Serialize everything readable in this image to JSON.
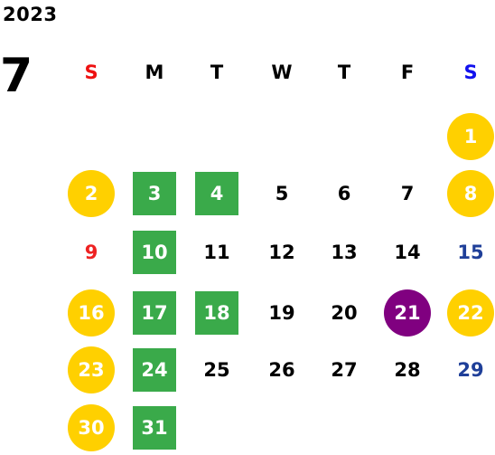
{
  "calendar": {
    "year": "2023",
    "month": "7",
    "weekdays": [
      "S",
      "M",
      "T",
      "W",
      "T",
      "F",
      "S"
    ],
    "colors": {
      "sunday": "#ee1111",
      "saturday": "#1111ee",
      "weekday": "#000000",
      "blue_text": "#1f3f99",
      "red_text": "#ee2222",
      "yellow": "#ffd000",
      "green": "#3aaa4a",
      "purple": "#800080",
      "white": "#ffffff"
    },
    "days": [
      {
        "day": "1",
        "col": 6,
        "row": 0,
        "style": "yellow"
      },
      {
        "day": "2",
        "col": 0,
        "row": 1,
        "style": "yellow"
      },
      {
        "day": "3",
        "col": 1,
        "row": 1,
        "style": "green"
      },
      {
        "day": "4",
        "col": 2,
        "row": 1,
        "style": "green"
      },
      {
        "day": "5",
        "col": 3,
        "row": 1,
        "style": "plain"
      },
      {
        "day": "6",
        "col": 4,
        "row": 1,
        "style": "plain"
      },
      {
        "day": "7",
        "col": 5,
        "row": 1,
        "style": "plain"
      },
      {
        "day": "8",
        "col": 6,
        "row": 1,
        "style": "yellow"
      },
      {
        "day": "9",
        "col": 0,
        "row": 2,
        "style": "red-text"
      },
      {
        "day": "10",
        "col": 1,
        "row": 2,
        "style": "green"
      },
      {
        "day": "11",
        "col": 2,
        "row": 2,
        "style": "plain"
      },
      {
        "day": "12",
        "col": 3,
        "row": 2,
        "style": "plain"
      },
      {
        "day": "13",
        "col": 4,
        "row": 2,
        "style": "plain"
      },
      {
        "day": "14",
        "col": 5,
        "row": 2,
        "style": "plain"
      },
      {
        "day": "15",
        "col": 6,
        "row": 2,
        "style": "blue-text"
      },
      {
        "day": "16",
        "col": 0,
        "row": 3,
        "style": "yellow"
      },
      {
        "day": "17",
        "col": 1,
        "row": 3,
        "style": "green"
      },
      {
        "day": "18",
        "col": 2,
        "row": 3,
        "style": "green"
      },
      {
        "day": "19",
        "col": 3,
        "row": 3,
        "style": "plain"
      },
      {
        "day": "20",
        "col": 4,
        "row": 3,
        "style": "plain"
      },
      {
        "day": "21",
        "col": 5,
        "row": 3,
        "style": "purple"
      },
      {
        "day": "22",
        "col": 6,
        "row": 3,
        "style": "yellow"
      },
      {
        "day": "23",
        "col": 0,
        "row": 4,
        "style": "yellow"
      },
      {
        "day": "24",
        "col": 1,
        "row": 4,
        "style": "green"
      },
      {
        "day": "25",
        "col": 2,
        "row": 4,
        "style": "plain"
      },
      {
        "day": "26",
        "col": 3,
        "row": 4,
        "style": "plain"
      },
      {
        "day": "27",
        "col": 4,
        "row": 4,
        "style": "plain"
      },
      {
        "day": "28",
        "col": 5,
        "row": 4,
        "style": "plain"
      },
      {
        "day": "29",
        "col": 6,
        "row": 4,
        "style": "blue-text"
      },
      {
        "day": "30",
        "col": 0,
        "row": 5,
        "style": "yellow"
      },
      {
        "day": "31",
        "col": 1,
        "row": 5,
        "style": "green"
      }
    ]
  }
}
